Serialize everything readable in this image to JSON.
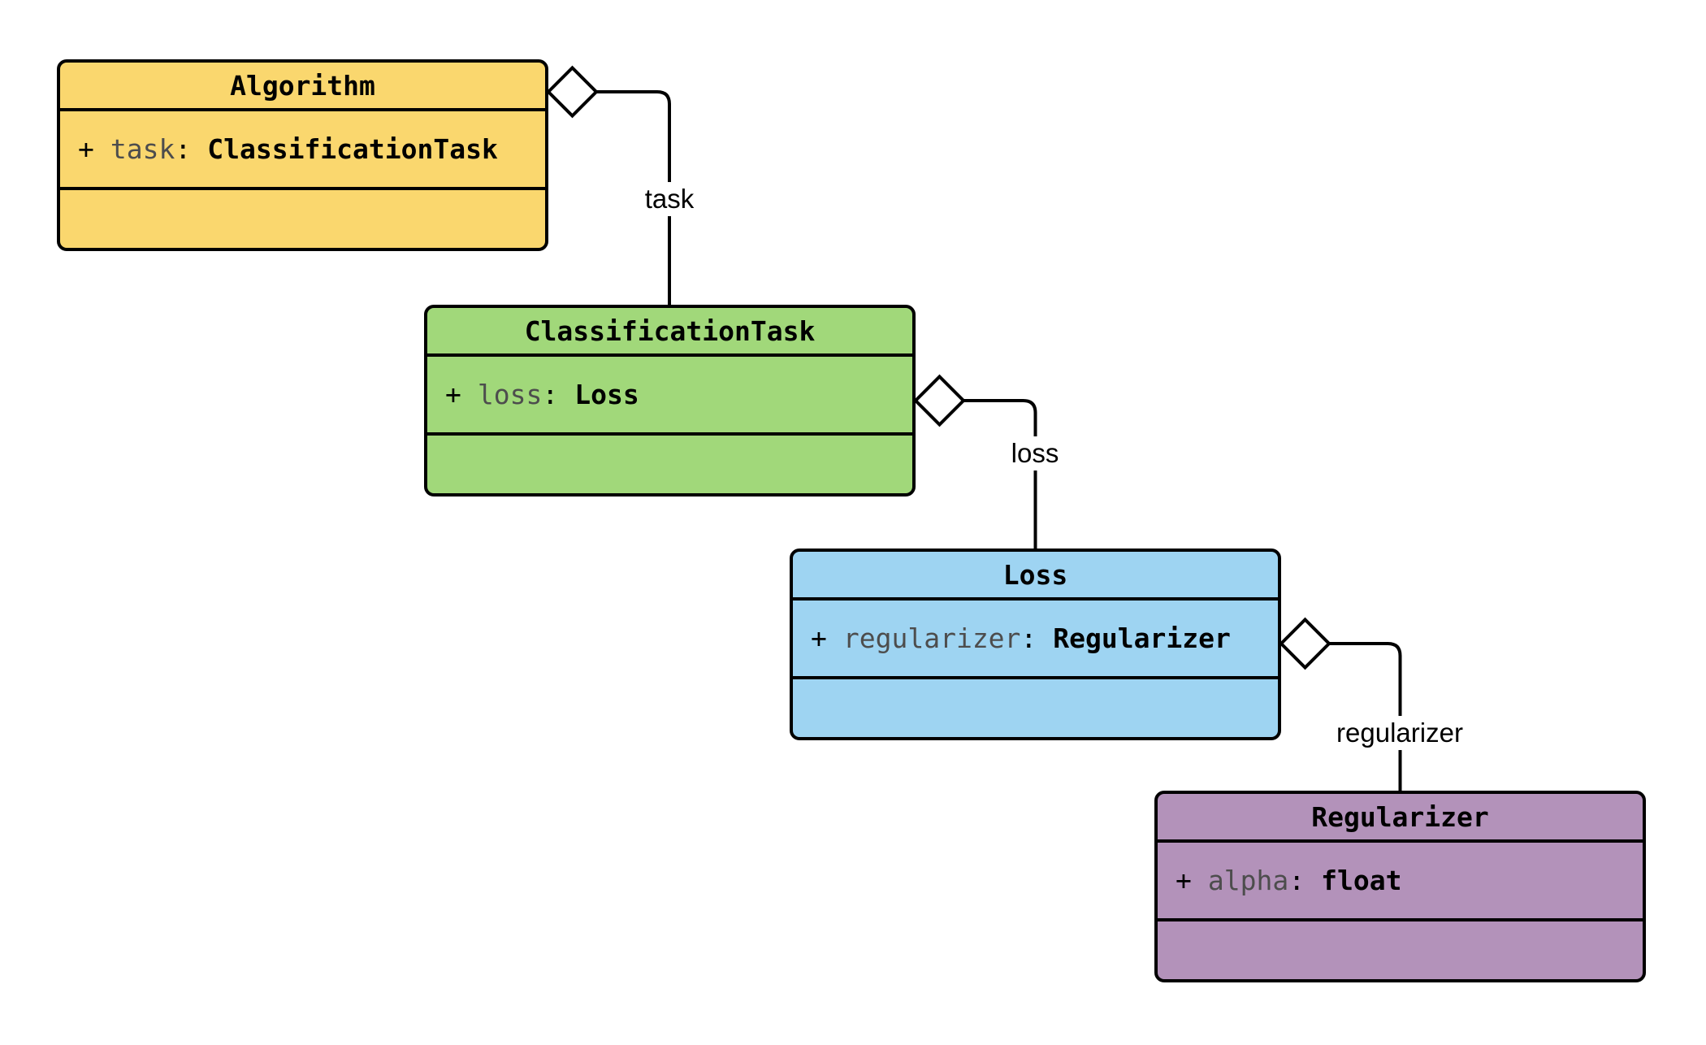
{
  "diagram": {
    "type": "uml-class-diagram",
    "background": "#ffffff",
    "colors": {
      "box_border": "#000000",
      "connector": "#000000",
      "text": "#000000",
      "attribute_name_text": "#4d4d4d",
      "label_background": "#ffffff",
      "diamond_fill": "#ffffff"
    },
    "classes": [
      {
        "name": "Algorithm",
        "fill": "#FAD76E",
        "attribute": {
          "visibility": "+",
          "name": "task",
          "separator": ":",
          "type": "ClassificationTask"
        }
      },
      {
        "name": "ClassificationTask",
        "fill": "#A1D87A",
        "attribute": {
          "visibility": "+",
          "name": "loss",
          "separator": ":",
          "type": "Loss"
        }
      },
      {
        "name": "Loss",
        "fill": "#9ED4F2",
        "attribute": {
          "visibility": "+",
          "name": "regularizer",
          "separator": ":",
          "type": "Regularizer"
        }
      },
      {
        "name": "Regularizer",
        "fill": "#B392BA",
        "attribute": {
          "visibility": "+",
          "name": "alpha",
          "separator": ":",
          "type": "float"
        }
      }
    ],
    "edges": [
      {
        "from": "Algorithm",
        "to": "ClassificationTask",
        "label": "task",
        "kind": "aggregation"
      },
      {
        "from": "ClassificationTask",
        "to": "Loss",
        "label": "loss",
        "kind": "aggregation"
      },
      {
        "from": "Loss",
        "to": "Regularizer",
        "label": "regularizer",
        "kind": "aggregation"
      }
    ]
  }
}
